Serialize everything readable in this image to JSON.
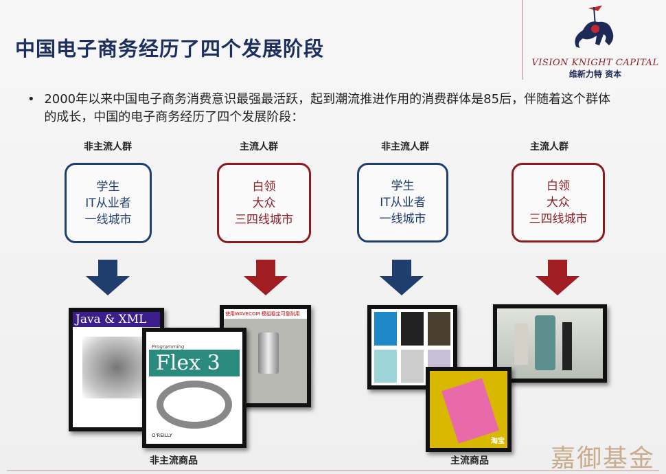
{
  "title": "中国电子商务经历了四个发展阶段",
  "logo": {
    "en": "VISION KNIGHT CAPITAL",
    "cn": "维新力特 资本"
  },
  "bullet": "2000年以来中国电子商务消费意识最强最活跃，起到潮流推进作用的消费群体是85后，伴随着这个群体的成长，中国的电子商务经历了四个发展阶段：",
  "stages": [
    {
      "label": "非主流人群",
      "lines": [
        "学生",
        "IT从业者",
        "一线城市"
      ],
      "color": "#1f3e6e"
    },
    {
      "label": "主流人群",
      "lines": [
        "白领",
        "大众",
        "三四线城市"
      ],
      "color": "#8c1a1f"
    },
    {
      "label": "非主流人群",
      "lines": [
        "学生",
        "IT从业者",
        "一线城市"
      ],
      "color": "#1f3e6e"
    },
    {
      "label": "主流人群",
      "lines": [
        "白领",
        "大众",
        "三四线城市"
      ],
      "color": "#8c1a1f"
    }
  ],
  "images": {
    "java": "Java & XML",
    "flex_small": "Programming",
    "flex": "Flex 3",
    "oreilly": "O'REILLY",
    "modem": "使用WAVECOM 模组稳定可靠耐用",
    "taobao": "淘宝"
  },
  "captions": {
    "left": "非主流商品",
    "right": "主流商品"
  },
  "brand": "嘉御基金"
}
